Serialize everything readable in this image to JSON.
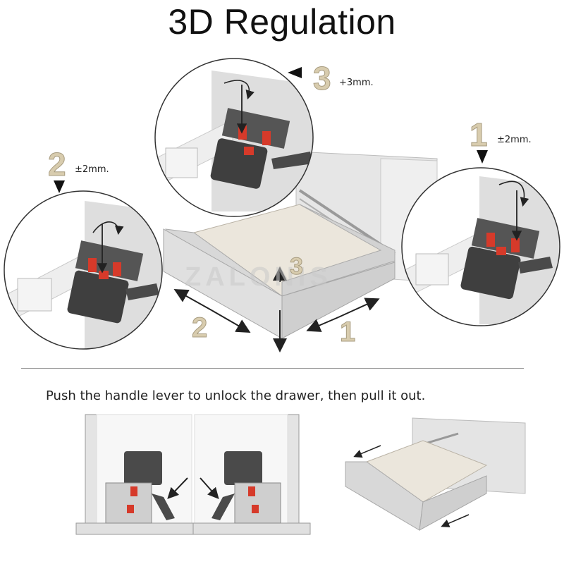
{
  "title": "3D Regulation",
  "watermark": "ZALONIS",
  "instruction": "Push the handle lever to unlock the drawer, then pull it out.",
  "adjustments": [
    {
      "number": "3",
      "value": "+3mm."
    },
    {
      "number": "1",
      "value": "±2mm."
    },
    {
      "number": "2",
      "value": "±2mm."
    }
  ],
  "axis_labels": {
    "vertical": "3",
    "depth": "2",
    "width": "1"
  },
  "colors": {
    "accent_red": "#d63a2a",
    "label_beige": "#d8ccae",
    "panel_grey": "#dcdcdc",
    "dark_grey": "#4a4a4a"
  }
}
